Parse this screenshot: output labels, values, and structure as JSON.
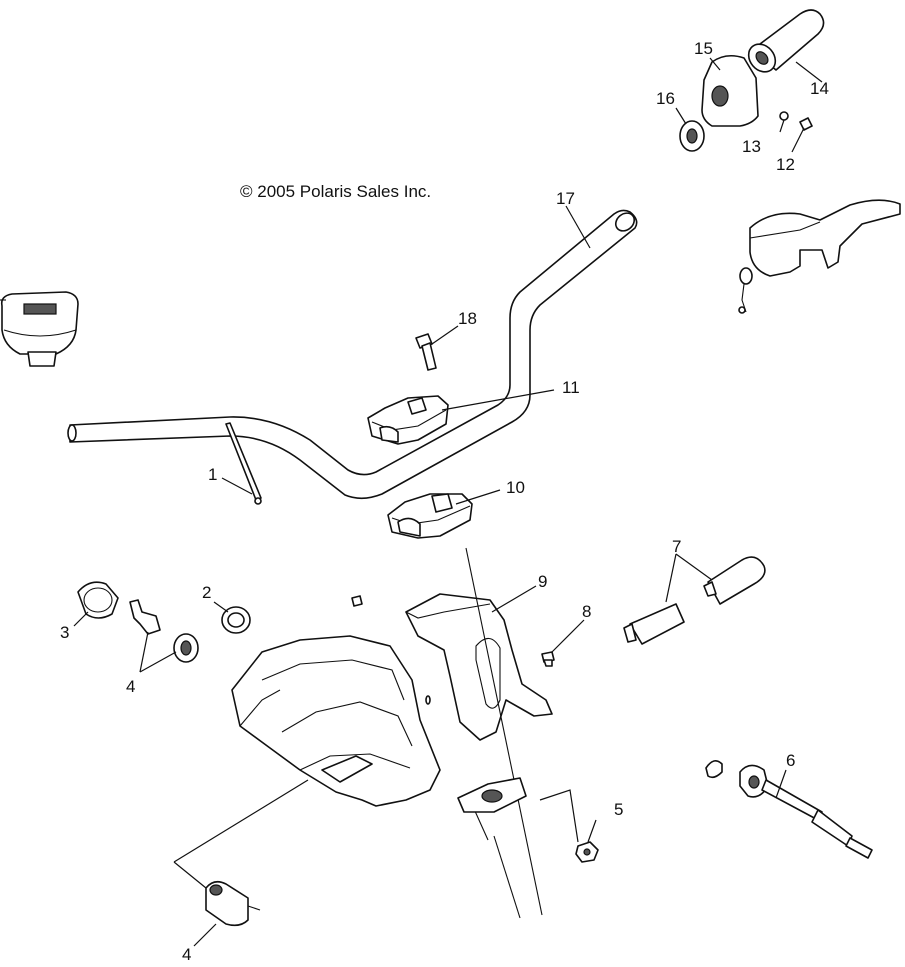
{
  "copyright": "© 2005 Polaris Sales Inc.",
  "callouts": {
    "c1": "1",
    "c2": "2",
    "c3": "3",
    "c4a": "4",
    "c4b": "4",
    "c5": "5",
    "c6": "6",
    "c7": "7",
    "c8": "8",
    "c9": "9",
    "c10": "10",
    "c11": "11",
    "c12": "12",
    "c13": "13",
    "c14": "14",
    "c15": "15",
    "c16": "16",
    "c17": "17",
    "c18": "18"
  }
}
